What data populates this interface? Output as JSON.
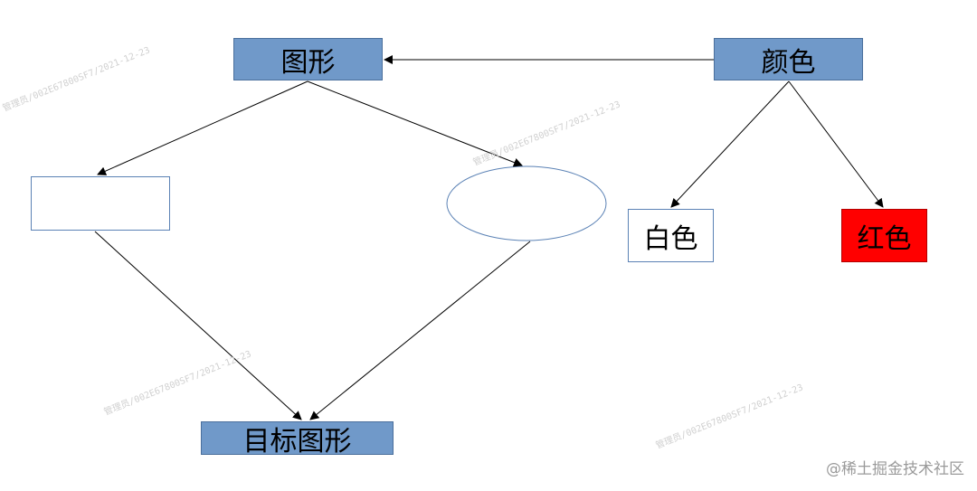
{
  "nodes": {
    "shape": "图形",
    "color": "颜色",
    "rectangle": "",
    "ellipse": "",
    "white": "白色",
    "red": "红色",
    "target": "目标图形"
  },
  "watermark": "管理员/002E67800SF7/2021-12-23",
  "credit": "@稀土掘金技术社区",
  "colors": {
    "node_fill": "#7099c9",
    "red_fill": "#ff0000",
    "outline": "#5b82b5"
  }
}
